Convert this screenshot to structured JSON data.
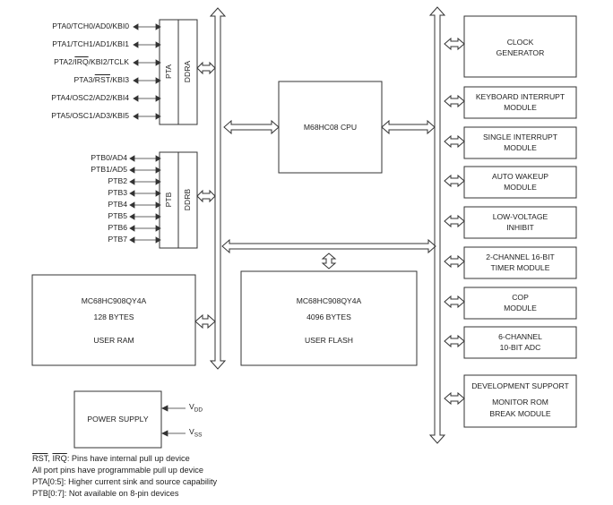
{
  "pta_pins": [
    {
      "pre": "PTA0/TCH0/AD0/KBI0",
      "ov": "",
      "post": ""
    },
    {
      "pre": "PTA1/TCH1/AD1/KBI1",
      "ov": "",
      "post": ""
    },
    {
      "pre": "PTA2/",
      "ov": "IRQ",
      "post": "/KBI2/TCLK"
    },
    {
      "pre": "PTA3/",
      "ov": "RST",
      "post": "/KBI3"
    },
    {
      "pre": "PTA4/OSC2/AD2/KBI4",
      "ov": "",
      "post": ""
    },
    {
      "pre": "PTA5/OSC1/AD3/KBI5",
      "ov": "",
      "post": ""
    }
  ],
  "ptb_pins": [
    "PTB0/AD4",
    "PTB1/AD5",
    "PTB2",
    "PTB3",
    "PTB4",
    "PTB5",
    "PTB6",
    "PTB7"
  ],
  "port_a": {
    "port": "PTA",
    "ddr": "DDRA"
  },
  "port_b": {
    "port": "PTB",
    "ddr": "DDRB"
  },
  "cpu": "M68HC08 CPU",
  "ram": {
    "line1": "MC68HC908QY4A",
    "line2": "128 BYTES",
    "line3": "USER RAM"
  },
  "flash": {
    "line1": "MC68HC908QY4A",
    "line2": "4096 BYTES",
    "line3": "USER FLASH"
  },
  "power": {
    "label": "POWER SUPPLY",
    "vdd_main": "V",
    "vdd_sub": "DD",
    "vss_main": "V",
    "vss_sub": "SS"
  },
  "modules": [
    {
      "l1": "CLOCK",
      "l2": "GENERATOR",
      "l3": ""
    },
    {
      "l1": "KEYBOARD INTERRUPT",
      "l2": "MODULE",
      "l3": ""
    },
    {
      "l1": "SINGLE INTERRUPT",
      "l2": "MODULE",
      "l3": ""
    },
    {
      "l1": "AUTO WAKEUP",
      "l2": "MODULE",
      "l3": ""
    },
    {
      "l1": "LOW-VOLTAGE",
      "l2": "INHIBIT",
      "l3": ""
    },
    {
      "l1": "2-CHANNEL 16-BIT",
      "l2": "TIMER MODULE",
      "l3": ""
    },
    {
      "l1": "COP",
      "l2": "MODULE",
      "l3": ""
    },
    {
      "l1": "6-CHANNEL",
      "l2": "10-BIT ADC",
      "l3": ""
    },
    {
      "l1": "DEVELOPMENT SUPPORT",
      "l2": "MONITOR ROM",
      "l3": "BREAK MODULE"
    }
  ],
  "notes": {
    "n1_ov": "RST",
    "n1_sep": ", ",
    "n1_ov2": "IRQ",
    "n1_rest": ": Pins have internal pull up device",
    "n2": "All port pins have programmable pull up device",
    "n3": "PTA[0:5]: Higher current sink and source capability",
    "n4": "PTB[0:7]: Not available on 8-pin devices"
  }
}
